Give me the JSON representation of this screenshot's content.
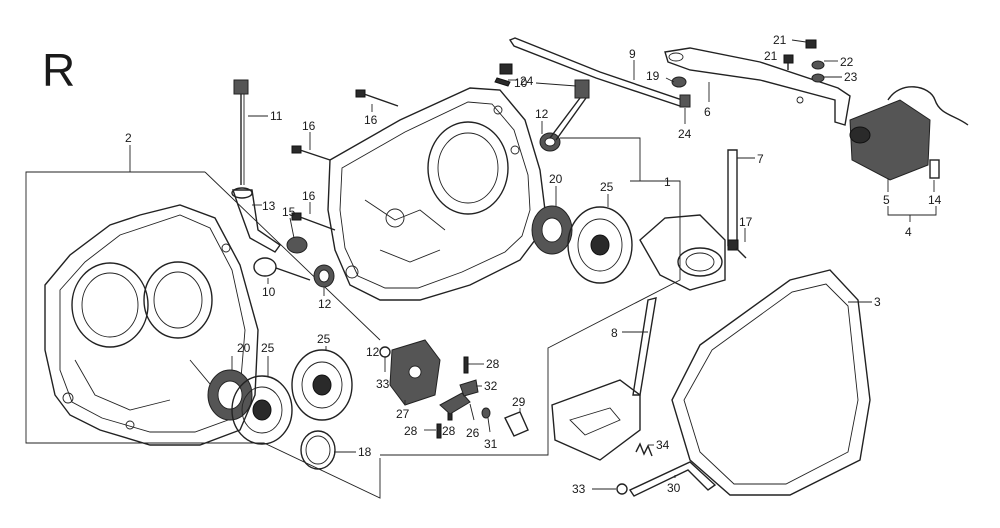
{
  "section_letter": "R",
  "callouts": [
    "1",
    "2",
    "3",
    "4",
    "5",
    "6",
    "7",
    "8",
    "9",
    "10",
    "10",
    "11",
    "12",
    "12",
    "12",
    "13",
    "14",
    "15",
    "16",
    "16",
    "16",
    "17",
    "18",
    "19",
    "20",
    "20",
    "21",
    "21",
    "22",
    "23",
    "24",
    "24",
    "25",
    "25",
    "25",
    "26",
    "27",
    "28",
    "28",
    "28",
    "29",
    "30",
    "31",
    "32",
    "33",
    "33",
    "34"
  ]
}
